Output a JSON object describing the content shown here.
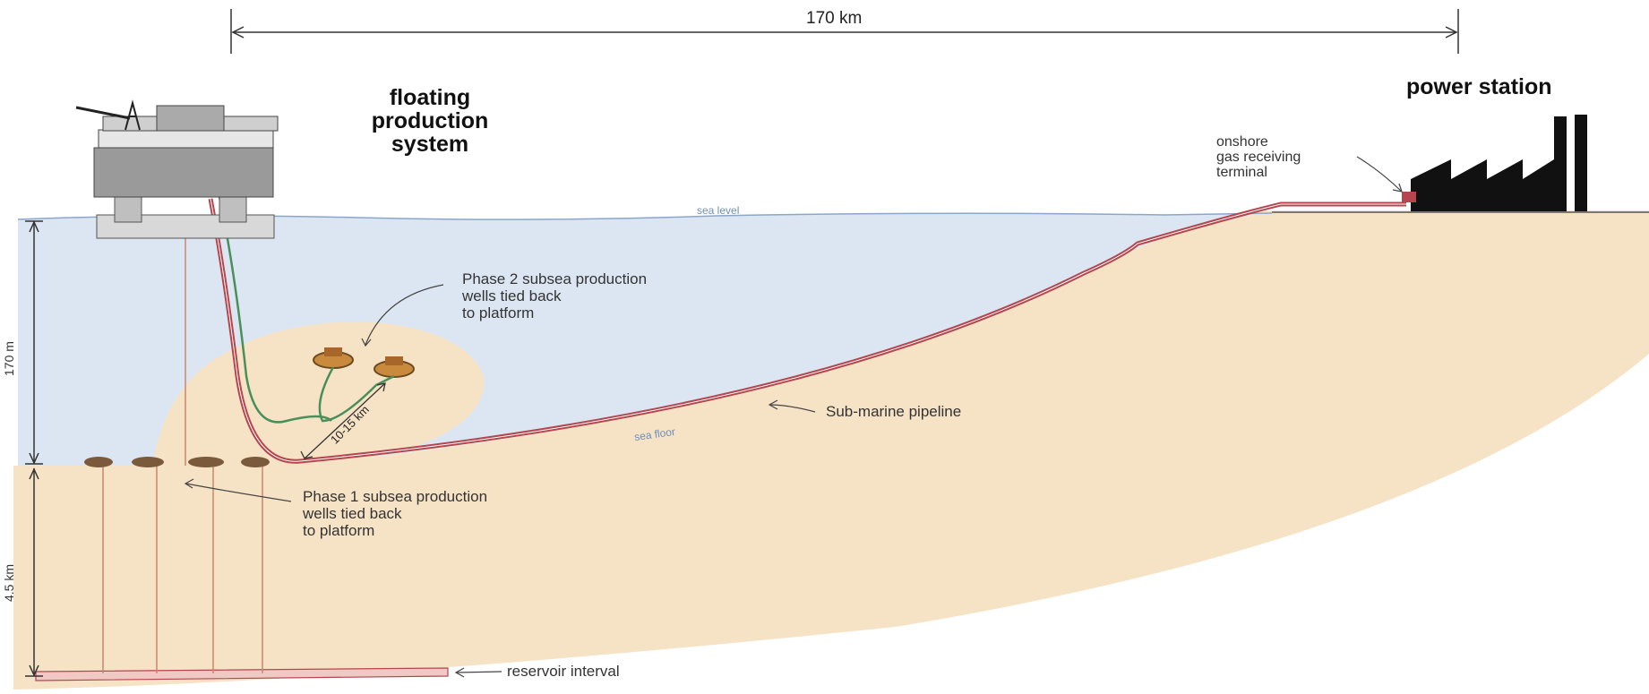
{
  "colors": {
    "sea": "#dce6f2",
    "sediment": "#f6e3c6",
    "pipeline": "#b6454d",
    "dimension_line": "#333333",
    "facility": "#111111"
  },
  "dimensions": {
    "horizontal_distance": "170 km",
    "water_depth": "170 m",
    "reservoir_depth": "4.5 km",
    "tieback_distance": "10-15 km"
  },
  "labels": {
    "platform_title": [
      "floating",
      "production",
      "system"
    ],
    "power_station_title": "power station",
    "terminal": [
      "onshore",
      "gas receiving",
      "terminal"
    ],
    "sea_level": "sea level",
    "sea_floor": "sea floor",
    "phase2": [
      "Phase 2 subsea production",
      "wells tied back",
      "to platform"
    ],
    "phase1": [
      "Phase 1 subsea production",
      "wells tied back",
      "to platform"
    ],
    "pipeline": "Sub-marine pipeline",
    "reservoir": "reservoir interval"
  },
  "icons": {
    "platform": "floating-platform-icon",
    "power_station": "factory-icon",
    "subsea_well": "subsea-wellhead-icon"
  }
}
